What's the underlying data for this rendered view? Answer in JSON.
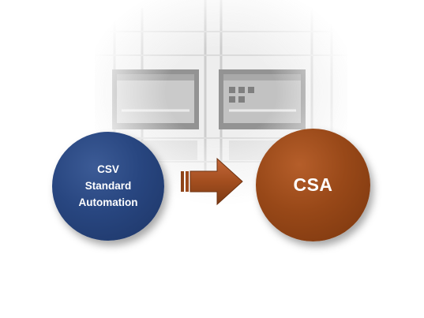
{
  "left_node": {
    "lines": [
      "CSV",
      "Standard",
      "Automation"
    ],
    "color": "#284680"
  },
  "right_node": {
    "label": "CSA",
    "color": "#984818"
  },
  "arrow": {
    "direction": "right",
    "color": "#a34e1f"
  }
}
